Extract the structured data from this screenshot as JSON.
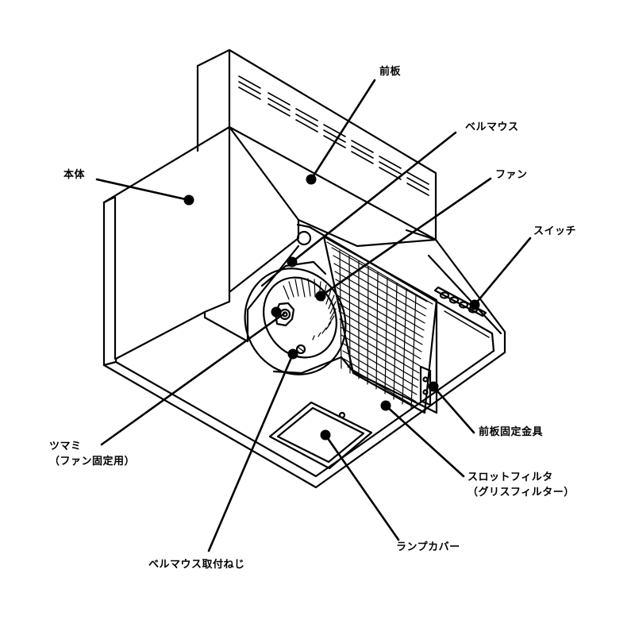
{
  "labels": {
    "hontai": "本体",
    "maeita": "前板",
    "bellmouth": "ベルマウス",
    "fan": "ファン",
    "switch": "スイッチ",
    "tsumami_line1": "ツマミ",
    "tsumami_line2": "（ファン固定用）",
    "maeita_kotei": "前板固定金具",
    "slot_filter_line1": "スロットフィルタ",
    "slot_filter_line2": "（グリスフィルター）",
    "lamp_cover": "ランプカバー",
    "bellmouth_neji": "ベルマウス取付ねじ"
  }
}
